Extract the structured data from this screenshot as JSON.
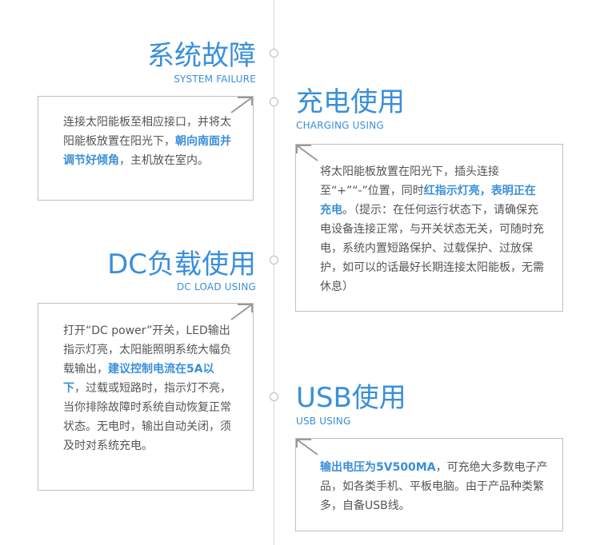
{
  "sections": {
    "system_failure": {
      "title": "系统故障",
      "subtitle": "SYSTEM FAILURE",
      "text_a": "连接太阳能板至相应接口，并将太阳能板放置在阳光下，",
      "text_hl": "朝向南面并调节好倾角",
      "text_b": "，主机放在室内。"
    },
    "charging": {
      "title": "充电使用",
      "subtitle": "CHARGING USING",
      "text_a": "将太阳能板放置在阳光下，插头连接至“+”“-”位置，同时",
      "text_hl": "红指示灯亮，表明正在充电",
      "text_b": "。（提示：在任何运行状态下，请确保充电设备连接正常，与开关状态无关，可随时充电，系统内置短路保护、过载保护、过放保护，如可以的话最好长期连接太阳能板，无需休息）"
    },
    "dc_load": {
      "title": "DC负载使用",
      "subtitle": "DC LOAD USING",
      "text_a": "打开“DC power”开关，LED输出指示灯亮，太阳能照明系统大幅负载输出，",
      "text_hl": "建议控制电流在5A以下",
      "text_b": "，过载或短路时，指示灯不亮，当你排除故障时系统自动恢复正常状态。无电时，输出自动关闭，须及时对系统充电。"
    },
    "usb": {
      "title": "USB使用",
      "subtitle": "USB USING",
      "text_hl": "输出电压为5V500MA",
      "text_b": "，可充绝大多数电子产品，如各类手机、平板电脑。由于产品种类繁多，自备USB线。"
    }
  },
  "colors": {
    "accent": "#3a8fd9",
    "body_text": "#555555",
    "border": "#bfbfbf",
    "timeline": "#d6d6d6"
  }
}
